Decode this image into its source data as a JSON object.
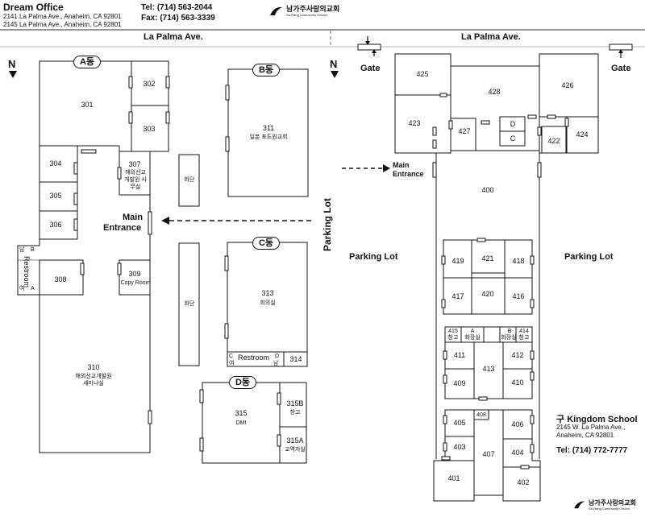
{
  "header": {
    "title": "Dream Office",
    "address_1": "2141 La Palma Ave., Anaheim, CA 92801",
    "address_2": "2145 La Palma Ave., Anaheim, CA 92801",
    "tel": "Tel: (714) 563-2044",
    "fax": "Fax: (714) 563-3339",
    "church_name_ko": "남가주사랑의교회",
    "church_name_en": "Sa-Rang Community Church"
  },
  "left_map": {
    "road": "La Palma Ave.",
    "north": "N",
    "main_entrance_1": "Main",
    "main_entrance_2": "Entrance",
    "parking_lot": "Parking Lot",
    "buildings": {
      "a": "A동",
      "b": "B동",
      "c": "C동",
      "d": "D동"
    },
    "rooms": {
      "r301": "301",
      "r302": "302",
      "r303": "303",
      "r304": "304",
      "r305": "305",
      "r306": "306",
      "r307": "307",
      "r307_sub": "해외선교 개발원 사무실",
      "r308": "308",
      "r309": "309",
      "r309_sub": "Copy Room",
      "r310": "310",
      "r310_sub1": "해외선교개발원",
      "r310_sub2": "세미나실",
      "r311": "311",
      "r311_sub": "일본 포도원교회",
      "r313": "313",
      "r313_sub": "회의실",
      "r314": "314",
      "r315": "315",
      "r315_sub": "DMI",
      "r315b": "315B",
      "r315b_sub": "창고",
      "r315a": "315A",
      "r315a_sub": "교역자실",
      "flowerbed": "화단"
    },
    "restroom_a": {
      "label": "Restroom",
      "m": "남",
      "b": "B",
      "f": "여",
      "a": "A"
    },
    "restroom_c": {
      "label": "Restroom",
      "c": "C",
      "f": "여",
      "d": "D",
      "m": "남"
    }
  },
  "right_map": {
    "road": "La Palma Ave.",
    "north": "N",
    "gate": "Gate",
    "main_entrance_1": "Main",
    "main_entrance_2": "Entrance",
    "parking_lot": "Parking Lot",
    "rooms": {
      "r400": "400",
      "r401": "401",
      "r402": "402",
      "r403": "403",
      "r404": "404",
      "r405": "405",
      "r406": "406",
      "r407": "407",
      "r408": "408",
      "r409": "409",
      "r410": "410",
      "r411": "411",
      "r412": "412",
      "r413": "413",
      "r414": "414",
      "r415": "415",
      "storage": "창고",
      "restroom_a": "A",
      "restroom_b": "B",
      "restroom_sub": "화장실",
      "r416": "416",
      "r417": "417",
      "r418": "418",
      "r419": "419",
      "r420": "420",
      "r421": "421",
      "r422": "422",
      "r423": "423",
      "r424": "424",
      "r425": "425",
      "r426": "426",
      "r427": "427",
      "r428": "428",
      "rD": "D",
      "rC": "C"
    },
    "school": {
      "title_prefix": "구",
      "title": "Kingdom School",
      "address_1": "2145 W. La Palma Ave.,",
      "address_2": "Anaheim, CA 92801",
      "tel": "Tel: (714) 772-7777"
    },
    "church_name_ko": "남가주사랑의교회",
    "church_name_en": "Sa-Rang Community Church"
  }
}
